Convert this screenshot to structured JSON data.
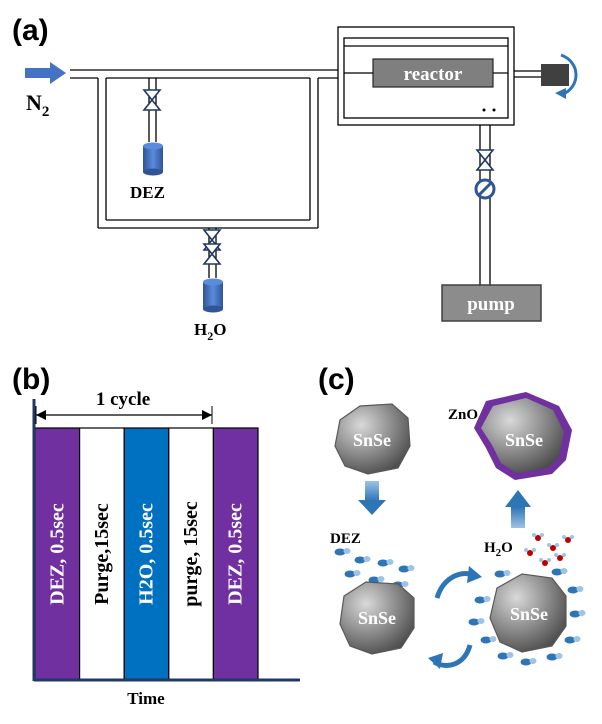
{
  "colors": {
    "arrow_blue": "#4472C4",
    "reactor_gray": "#7F7F7F",
    "pump_gray": "#8C8C8C",
    "bottle_blue": "#3A68C0",
    "purple": "#7030A0",
    "water_blue": "#0070C0",
    "dark_gray": "#404040"
  },
  "panel_a": {
    "label": "(a)",
    "n2_main": "N",
    "n2_sub": "2",
    "reactor": "reactor",
    "dez": "DEZ",
    "h2o_h": "H",
    "h2o_sub": "2",
    "h2o_o": "O",
    "pump": "pump"
  },
  "panel_b": {
    "label": "(b)",
    "cycle_label": "1 cycle",
    "xlabel": "Time",
    "bars": [
      {
        "text": "DEZ, 0.5sec",
        "fill": "#7030A0",
        "text_color": "#ffffff"
      },
      {
        "text": "Purge,15sec",
        "fill": "#ffffff",
        "text_color": "#000000"
      },
      {
        "text": "H2O, 0.5sec",
        "fill": "#0070C0",
        "text_color": "#ffffff"
      },
      {
        "text": "purge, 15sec",
        "fill": "#ffffff",
        "text_color": "#000000"
      },
      {
        "text": "DEZ, 0.5sec",
        "fill": "#7030A0",
        "text_color": "#ffffff"
      }
    ]
  },
  "panel_c": {
    "label": "(c)",
    "particle": "SnSe",
    "zno": "ZnO",
    "dez": "DEZ",
    "h2o_h": "H",
    "h2o_sub": "2",
    "h2o_o": "O"
  }
}
